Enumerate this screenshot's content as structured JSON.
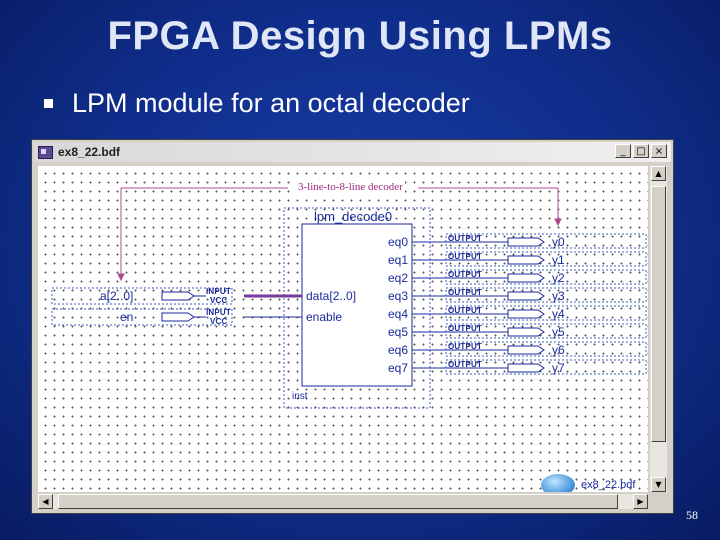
{
  "slide": {
    "title": "FPGA Design Using LPMs",
    "bullet": "LPM module for an octal decoder",
    "page_number": "58"
  },
  "window": {
    "title": "ex8_22.bdf",
    "buttons": {
      "minimize": "_",
      "maximize": "□",
      "close": "×"
    }
  },
  "schematic": {
    "annotation": "3-line-to-8-line decoder",
    "block": {
      "name": "lpm_decode0",
      "instance": "inst",
      "inputs": [
        "data[2..0]",
        "enable"
      ],
      "outputs": [
        "eq0",
        "eq1",
        "eq2",
        "eq3",
        "eq4",
        "eq5",
        "eq6",
        "eq7"
      ]
    },
    "input_pins": [
      {
        "name": "a[2..0]",
        "type": "INPUT",
        "default": "VCC"
      },
      {
        "name": "en",
        "type": "INPUT",
        "default": "VCC"
      }
    ],
    "output_pins": [
      {
        "name": "y0",
        "type": "OUTPUT"
      },
      {
        "name": "y1",
        "type": "OUTPUT"
      },
      {
        "name": "y2",
        "type": "OUTPUT"
      },
      {
        "name": "y3",
        "type": "OUTPUT"
      },
      {
        "name": "y4",
        "type": "OUTPUT"
      },
      {
        "name": "y5",
        "type": "OUTPUT"
      },
      {
        "name": "y6",
        "type": "OUTPUT"
      },
      {
        "name": "y7",
        "type": "OUTPUT"
      }
    ],
    "file_badge": "ex8_22.bdf"
  },
  "colors": {
    "slide_bg": "#0f2d8a",
    "schematic_blue": "#1a2a9c",
    "annotation_pink": "#a0287a",
    "bus_purple": "#7a3a9a"
  }
}
